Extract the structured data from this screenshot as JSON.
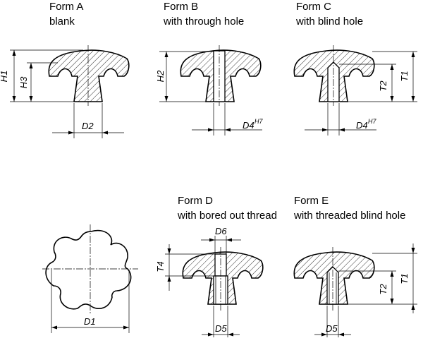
{
  "forms": {
    "a": {
      "title": "Form A",
      "subtitle": "blank"
    },
    "b": {
      "title": "Form B",
      "subtitle": "with through hole"
    },
    "c": {
      "title": "Form C",
      "subtitle": "with blind hole"
    },
    "d": {
      "title": "Form D",
      "subtitle": "with bored out thread"
    },
    "e": {
      "title": "Form E",
      "subtitle": "with threaded blind hole"
    }
  },
  "dims": {
    "h1": "H1",
    "h2": "H2",
    "h3": "H3",
    "t1": "T1",
    "t2": "T2",
    "t4": "T4",
    "d1": "D1",
    "d2": "D2",
    "d4": "D4",
    "d5": "D5",
    "d6": "D6",
    "tolerance": "H7"
  }
}
